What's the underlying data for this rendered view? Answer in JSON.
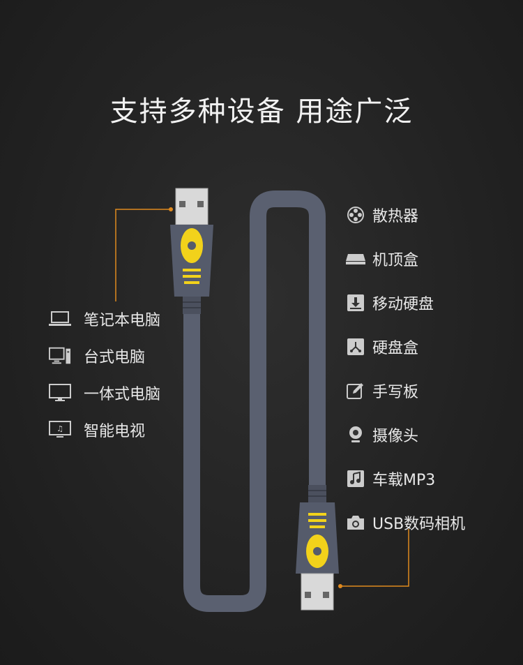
{
  "title": "支持多种设备 用途广泛",
  "left_devices": [
    {
      "label": "笔记本电脑",
      "icon": "laptop-icon"
    },
    {
      "label": "台式电脑",
      "icon": "desktop-pc-icon"
    },
    {
      "label": "一体式电脑",
      "icon": "monitor-icon"
    },
    {
      "label": "智能电视",
      "icon": "smart-tv-icon"
    }
  ],
  "right_devices": [
    {
      "label": "散热器",
      "icon": "fan-icon"
    },
    {
      "label": "机顶盒",
      "icon": "set-top-box-icon"
    },
    {
      "label": "移动硬盘",
      "icon": "portable-drive-icon"
    },
    {
      "label": "硬盘盒",
      "icon": "drive-enclosure-icon"
    },
    {
      "label": "手写板",
      "icon": "tablet-pen-icon"
    },
    {
      "label": "摄像头",
      "icon": "webcam-icon"
    },
    {
      "label": "车载MP3",
      "icon": "music-note-icon"
    },
    {
      "label": "USB数码相机",
      "icon": "camera-icon"
    }
  ],
  "colors": {
    "cable": "#5a6070",
    "accent_yellow": "#f2d21b",
    "connector_metal": "#d8d8d8",
    "pointer_orange": "#e08a1e"
  }
}
